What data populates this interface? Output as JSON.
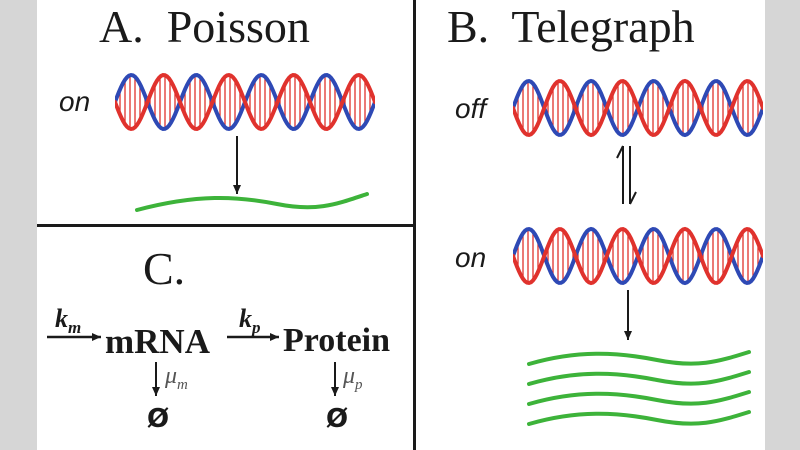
{
  "panels": {
    "a": {
      "title": "A.  Poisson",
      "state": "on"
    },
    "b": {
      "title": "B.  Telegraph",
      "state_top": "off",
      "state_bottom": "on"
    },
    "c": {
      "title": "C.",
      "species": [
        "mRNA",
        "Protein"
      ],
      "production_rates": [
        {
          "symbol": "k",
          "subscript": "m"
        },
        {
          "symbol": "k",
          "subscript": "p"
        }
      ],
      "degradation_rates": [
        {
          "symbol": "μ",
          "subscript": "m"
        },
        {
          "symbol": "μ",
          "subscript": "p"
        }
      ],
      "sink": "Ø"
    }
  },
  "colors": {
    "strand_red": "#e0322d",
    "strand_blue": "#2e49b5",
    "rung_red": "#e0322d",
    "mrna_green": "#3db33a",
    "line": "#1a1a1a"
  },
  "icons": {
    "dna": "double-helix",
    "mrna": "wavy-line",
    "arrow": "reaction-arrow"
  },
  "telegraph_mrna_count": 4
}
